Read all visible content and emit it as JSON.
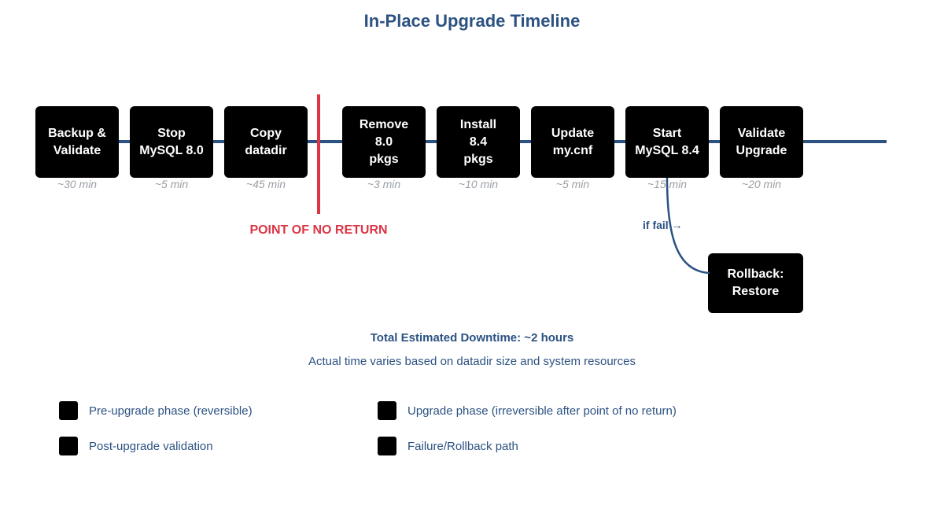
{
  "title": "In-Place Upgrade Timeline",
  "steps": [
    {
      "label": "Backup &\nValidate",
      "duration": "~30 min"
    },
    {
      "label": "Stop\nMySQL 8.0",
      "duration": "~5 min"
    },
    {
      "label": "Copy\ndatadir",
      "duration": "~45 min"
    },
    {
      "label": "Remove\n8.0\npkgs",
      "duration": "~3 min"
    },
    {
      "label": "Install\n8.4\npkgs",
      "duration": "~10 min"
    },
    {
      "label": "Update\nmy.cnf",
      "duration": "~5 min"
    },
    {
      "label": "Start\nMySQL 8.4",
      "duration": "~15 min"
    },
    {
      "label": "Validate\nUpgrade",
      "duration": "~20 min"
    }
  ],
  "point_of_no_return": "POINT OF NO RETURN",
  "fail_label": "if fail →",
  "rollback_label": "Rollback:\nRestore",
  "downtime": "Total Estimated Downtime: ~2 hours",
  "note": "Actual time varies based on datadir size and system resources",
  "legend": [
    {
      "label": "Pre-upgrade phase (reversible)"
    },
    {
      "label": "Upgrade phase (irreversible after point of no return)"
    },
    {
      "label": "Post-upgrade validation"
    },
    {
      "label": "Failure/Rollback path"
    }
  ],
  "colors": {
    "title": "#2c5282",
    "timeline": "#2c5282",
    "point_of_no_return": "#dc3545",
    "step_fill": "#000000",
    "step_text": "#ffffff",
    "duration_text": "#9aa0a6"
  }
}
